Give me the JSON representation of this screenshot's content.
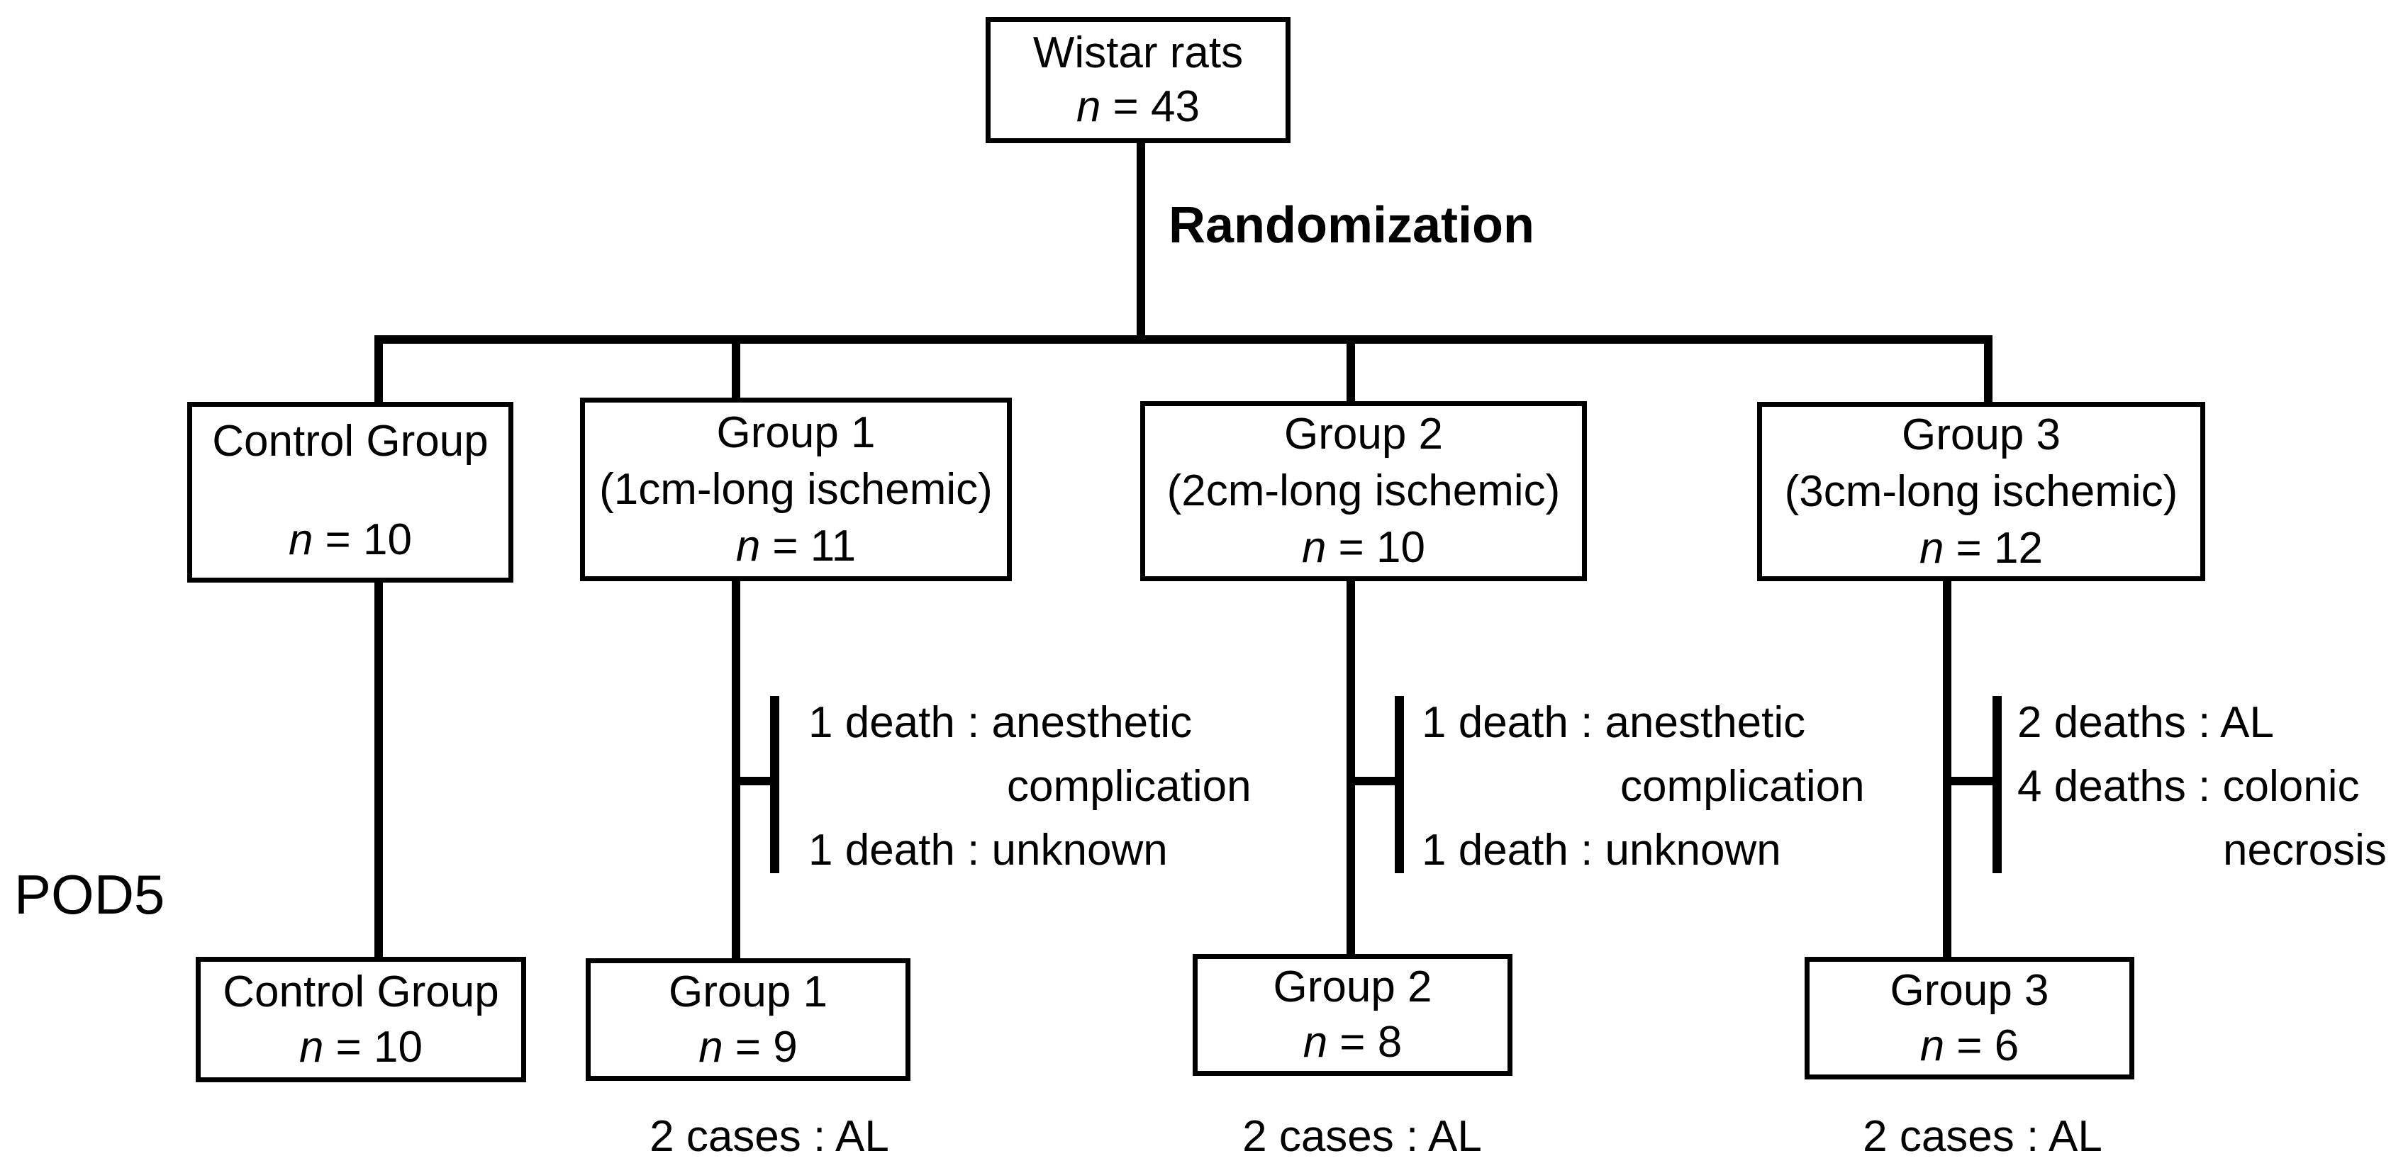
{
  "colors": {
    "ink": "#000000",
    "background": "#ffffff"
  },
  "labels": {
    "randomization": "Randomization",
    "pod5": "POD5"
  },
  "boxes": {
    "wistar": {
      "title": "Wistar rats",
      "n": "n",
      "eq": "= 43"
    },
    "control_top": {
      "title": "Control Group",
      "n": "n",
      "eq": "= 10"
    },
    "group1_top": {
      "title": "Group 1",
      "subtitle": "(1cm-long ischemic)",
      "n": "n",
      "eq": "= 11"
    },
    "group2_top": {
      "title": "Group 2",
      "subtitle": "(2cm-long ischemic)",
      "n": "n",
      "eq": "= 10"
    },
    "group3_top": {
      "title": "Group 3",
      "subtitle": "(3cm-long ischemic)",
      "n": "n",
      "eq": "= 12"
    },
    "control_bottom": {
      "title": "Control Group",
      "n": "n",
      "eq": "= 10"
    },
    "group1_bottom": {
      "title": "Group 1",
      "n": "n",
      "eq": "= 9"
    },
    "group2_bottom": {
      "title": "Group 2",
      "n": "n",
      "eq": "= 8"
    },
    "group3_bottom": {
      "title": "Group 3",
      "n": "n",
      "eq": "= 6"
    }
  },
  "annotations": {
    "group1": {
      "lines": [
        "1 death : anesthetic",
        "complication",
        "1 death : unknown"
      ]
    },
    "group2": {
      "lines": [
        "1 death : anesthetic",
        "complication",
        "1 death : unknown"
      ]
    },
    "group3": {
      "lines": [
        "2 deaths : AL",
        "4 deaths : colonic",
        "necrosis"
      ]
    }
  },
  "footnotes": {
    "group1": "2 cases : AL",
    "group2": "2 cases : AL",
    "group3": "2 cases : AL"
  }
}
